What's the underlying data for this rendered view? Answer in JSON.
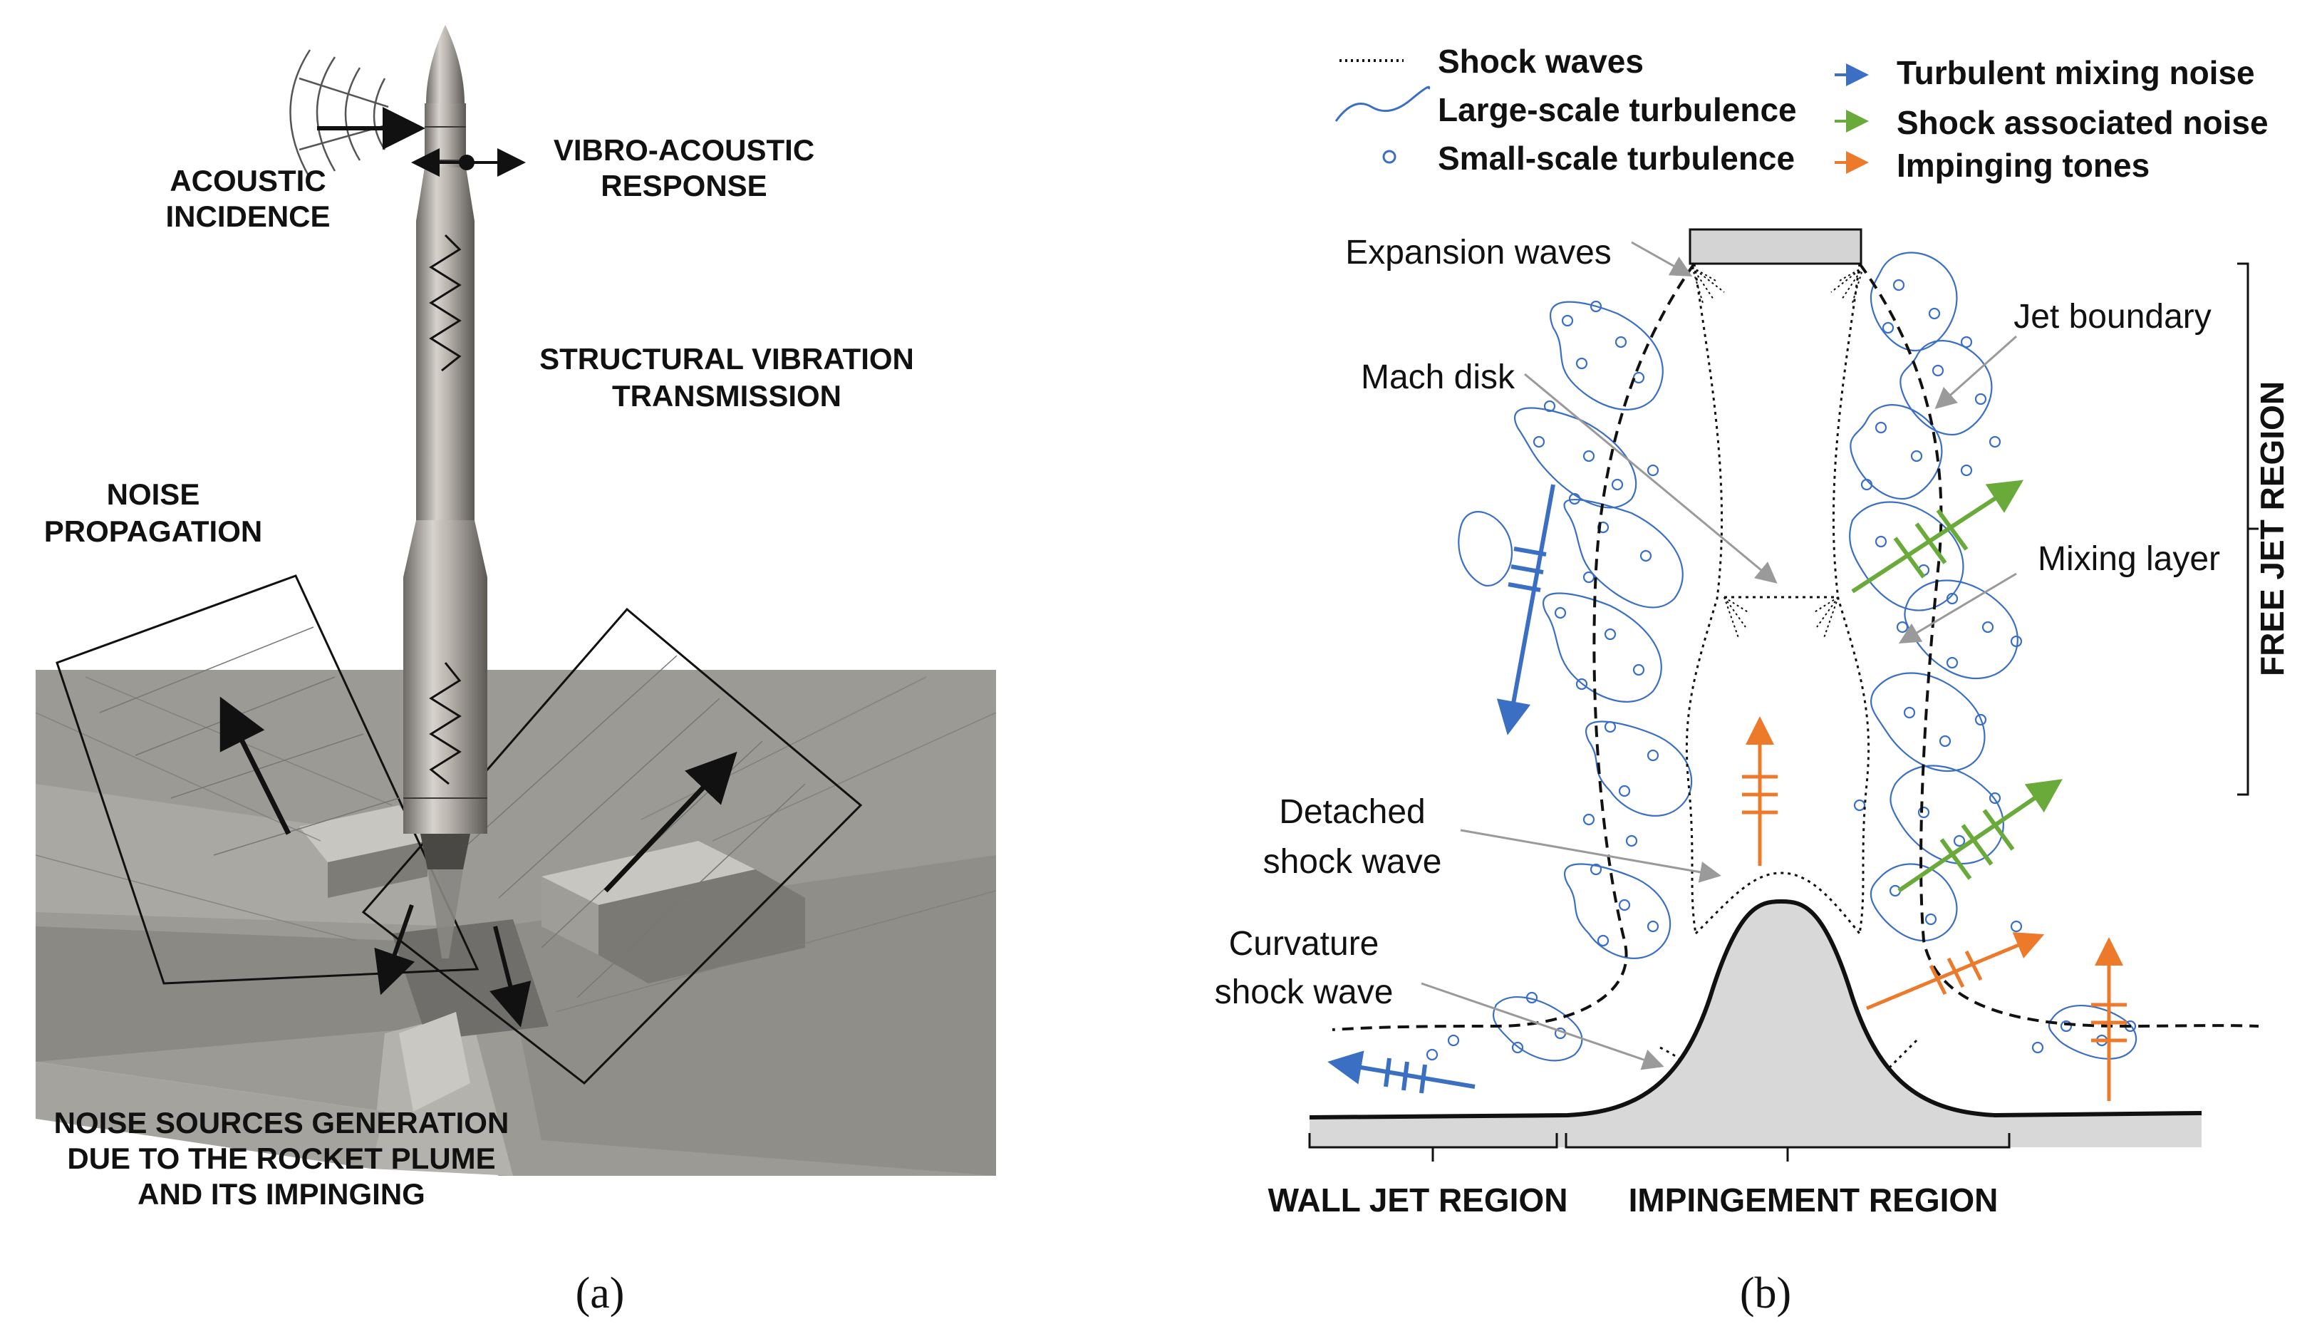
{
  "panel_a": {
    "caption": "(a)",
    "labels": {
      "acoustic_incidence_1": "ACOUSTIC",
      "acoustic_incidence_2": "INCIDENCE",
      "vibro_1": "VIBRO-ACOUSTIC",
      "vibro_2": "RESPONSE",
      "structural_1": "STRUCTURAL VIBRATION",
      "structural_2": "TRANSMISSION",
      "noise_prop_1": "NOISE",
      "noise_prop_2": "PROPAGATION",
      "sources_1": "NOISE SOURCES GENERATION",
      "sources_2": "DUE TO THE ROCKET PLUME",
      "sources_3": "AND ITS IMPINGING"
    }
  },
  "panel_b": {
    "caption": "(b)",
    "legend": {
      "shock_waves": "Shock waves",
      "large_scale": "Large-scale turbulence",
      "small_scale": "Small-scale turbulence",
      "turbulent_mixing": "Turbulent mixing noise",
      "shock_associated": "Shock associated noise",
      "impinging_tones": "Impinging tones"
    },
    "labels": {
      "expansion_waves": "Expansion waves",
      "jet_boundary": "Jet boundary",
      "mach_disk": "Mach disk",
      "mixing_layer": "Mixing layer",
      "detached_1": "Detached",
      "detached_2": "shock wave",
      "curvature_1": "Curvature",
      "curvature_2": "shock wave",
      "free_jet_region": "FREE JET REGION",
      "wall_jet_region": "WALL JET REGION",
      "impingement_region": "IMPINGEMENT REGION"
    },
    "colors": {
      "turbulent_mixing": "#3b6fc4",
      "shock_associated": "#6aaa3a",
      "impinging_tones": "#ec7a2a",
      "turbulence": "#3b6fc4"
    }
  }
}
